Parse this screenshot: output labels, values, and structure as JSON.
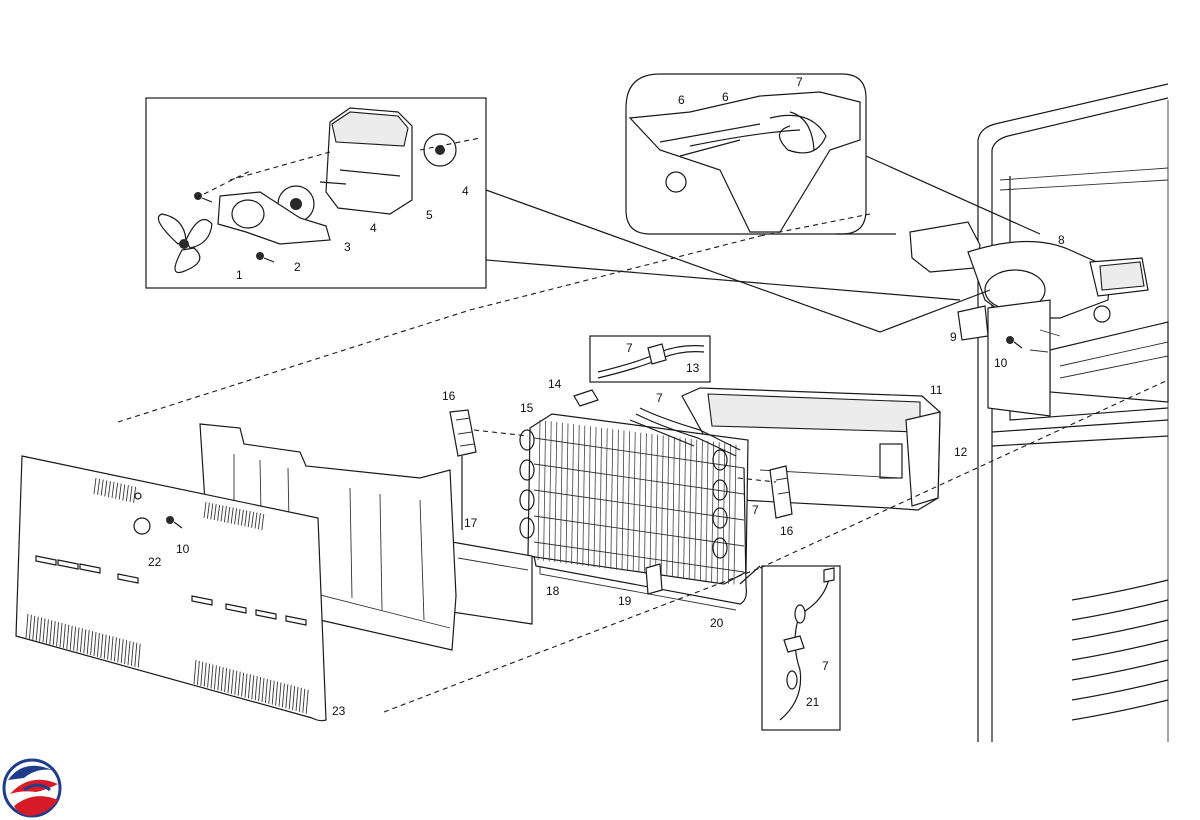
{
  "callouts": {
    "c1": "1",
    "c2": "2",
    "c3": "3",
    "c4a": "4",
    "c4b": "4",
    "c5": "5",
    "c6a": "6",
    "c6b": "6",
    "c7a": "7",
    "c7b": "7",
    "c7c": "7",
    "c7d": "7",
    "c7e": "7",
    "c8": "8",
    "c9": "9",
    "c10a": "10",
    "c10b": "10",
    "c11": "11",
    "c12": "12",
    "c13": "13",
    "c14": "14",
    "c15": "15",
    "c16a": "16",
    "c16b": "16",
    "c17": "17",
    "c18": "18",
    "c19": "19",
    "c20": "20",
    "c21": "21",
    "c22": "22",
    "c23": "23"
  },
  "logo": {
    "icon": "brand-swirl-icon",
    "colors": [
      "#1f3d8a",
      "#d71a28"
    ]
  }
}
